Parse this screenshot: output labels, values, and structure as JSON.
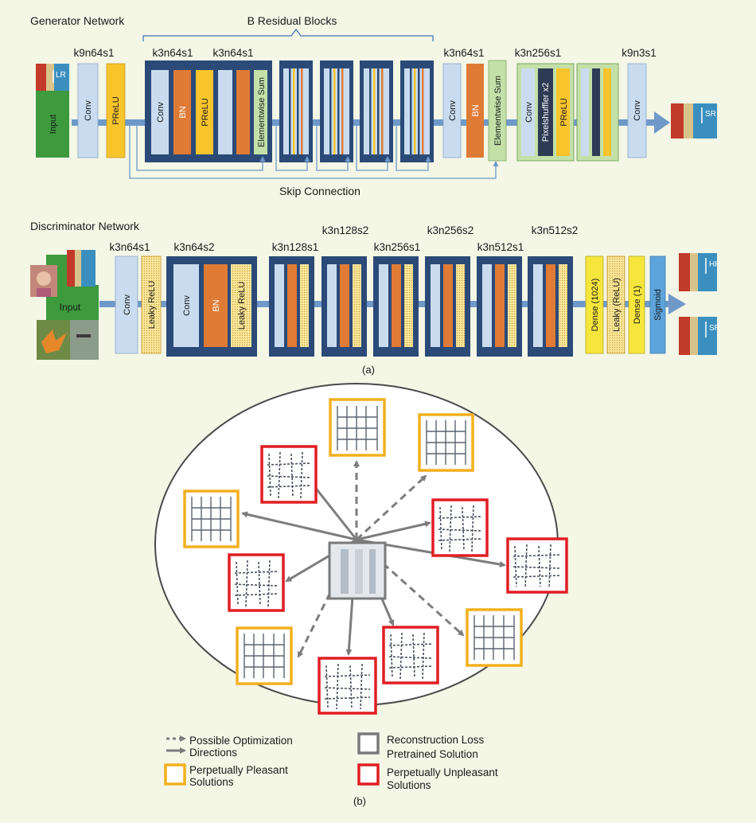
{
  "generator": {
    "title": "Generator Network",
    "residual_label": "B Residual Blocks",
    "skip_label": "Skip Connection",
    "input_label": "Input",
    "lr_label": "LR",
    "sr_label": "SR",
    "params": {
      "first_conv": "k9n64s1",
      "res_conv1": "k3n64s1",
      "res_conv2": "k3n64s1",
      "post_conv": "k3n64s1",
      "upsample": "k3n256s1",
      "final_conv": "k9n3s1"
    },
    "layers": {
      "conv": "Conv",
      "prelu": "PReLU",
      "bn": "BN",
      "sum": "Elementwise Sum",
      "pixelshuffler": "Pixelshuffler x2"
    }
  },
  "discriminator": {
    "title": "Discriminator Network",
    "input_label": "Input",
    "hr_label": "HR",
    "sr_label": "SR",
    "params": [
      "k3n64s1",
      "k3n64s2",
      "k3n128s1",
      "k3n128s2",
      "k3n256s1",
      "k3n256s2",
      "k3n512s1",
      "k3n512s2"
    ],
    "layers": {
      "conv": "Conv",
      "leaky": "Leaky ReLU",
      "bn": "BN",
      "dense1024": "Dense (1024)",
      "leaky_paren": "Leaky (ReLU)",
      "dense1": "Dense (1)",
      "sigmoid": "Sigmoid"
    }
  },
  "captions": {
    "a": "(a)",
    "b": "(b)"
  },
  "legend": {
    "optimization_line1": "Possible Optimization",
    "optimization_line2": "Directions",
    "reconstruction_line1": "Reconstruction Loss",
    "reconstruction_line2": "Pretrained Solution",
    "pleasant_line1": "Perpetually Pleasant",
    "pleasant_line2": "Solutions",
    "unpleasant_line1": "Perpetually Unpleasant",
    "unpleasant_line2": "Solutions"
  },
  "colors": {
    "background": "#f4f6e6",
    "navy": "#2b4a78",
    "light_blue": "#c9dcef",
    "orange": "#e07b36",
    "yellow": "#f8c42c",
    "green_sum": "#c3e0a8",
    "input_green": "#3d9a3d",
    "arrow_blue": "#6e99c9",
    "dense_yellow": "#f6e63c",
    "sigmoid_blue": "#5da4dc",
    "pleasant_border": "#f2b01e",
    "unpleasant_border": "#e01e24",
    "center_border": "#7a7a7a"
  }
}
